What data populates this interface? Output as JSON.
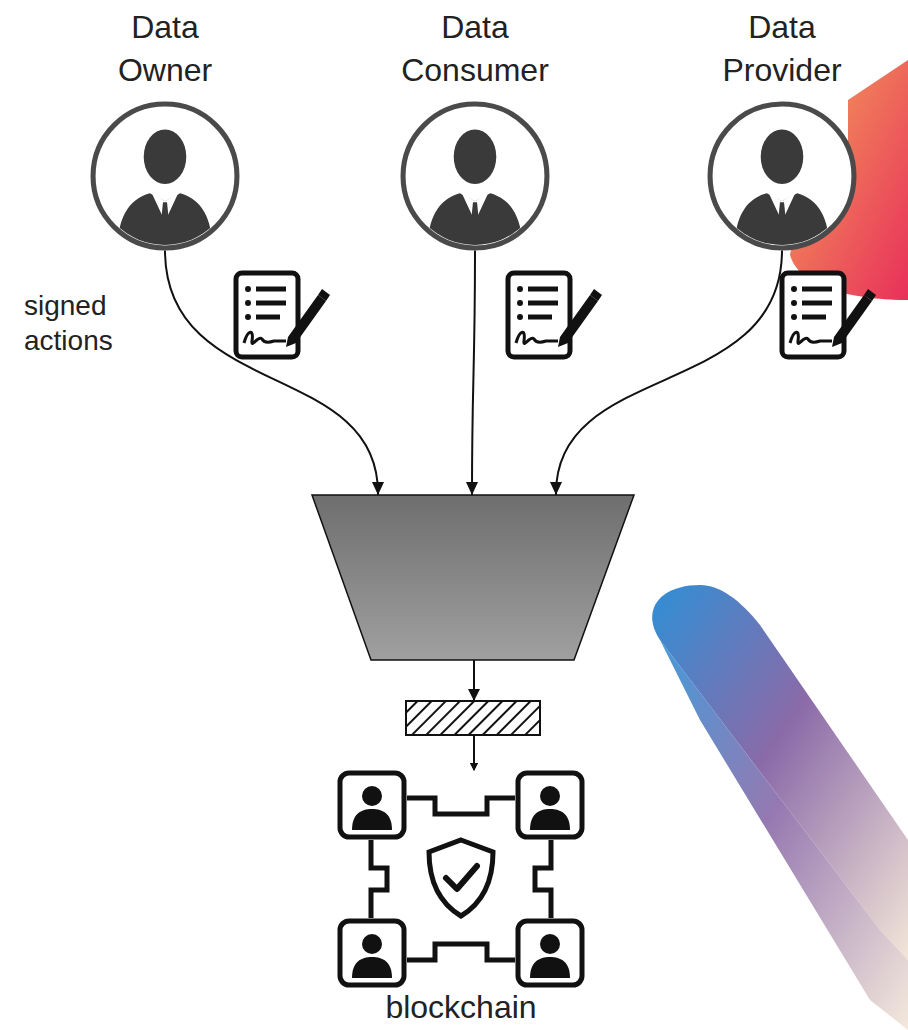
{
  "diagram": {
    "nodes": [
      {
        "text": [
          "Data Owner"
        ]
      },
      {
        "text": [
          "Data Consumer"
        ]
      },
      {
        "text": [
          "Data Provider"
        ]
      },
      {
        "text": [
          "blockchain"
        ]
      }
    ],
    "edges": [
      {
        "from": 0,
        "to": 3,
        "arrow": "to"
      },
      {
        "from": 1,
        "to": 3,
        "arrow": "to"
      },
      {
        "from": 2,
        "to": 3,
        "arrow": "to"
      }
    ],
    "labels": [
      "signed actions"
    ]
  }
}
